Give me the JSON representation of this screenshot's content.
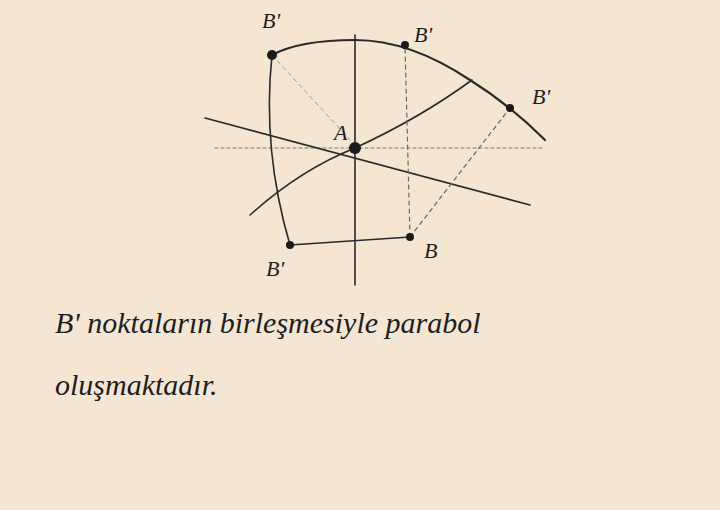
{
  "diagram": {
    "caption": "B' noktaların birleşmesiyle parabol oluşmaktadır.",
    "labels": [
      "B'",
      "B'",
      "B'",
      "A",
      "B'",
      "B"
    ]
  }
}
